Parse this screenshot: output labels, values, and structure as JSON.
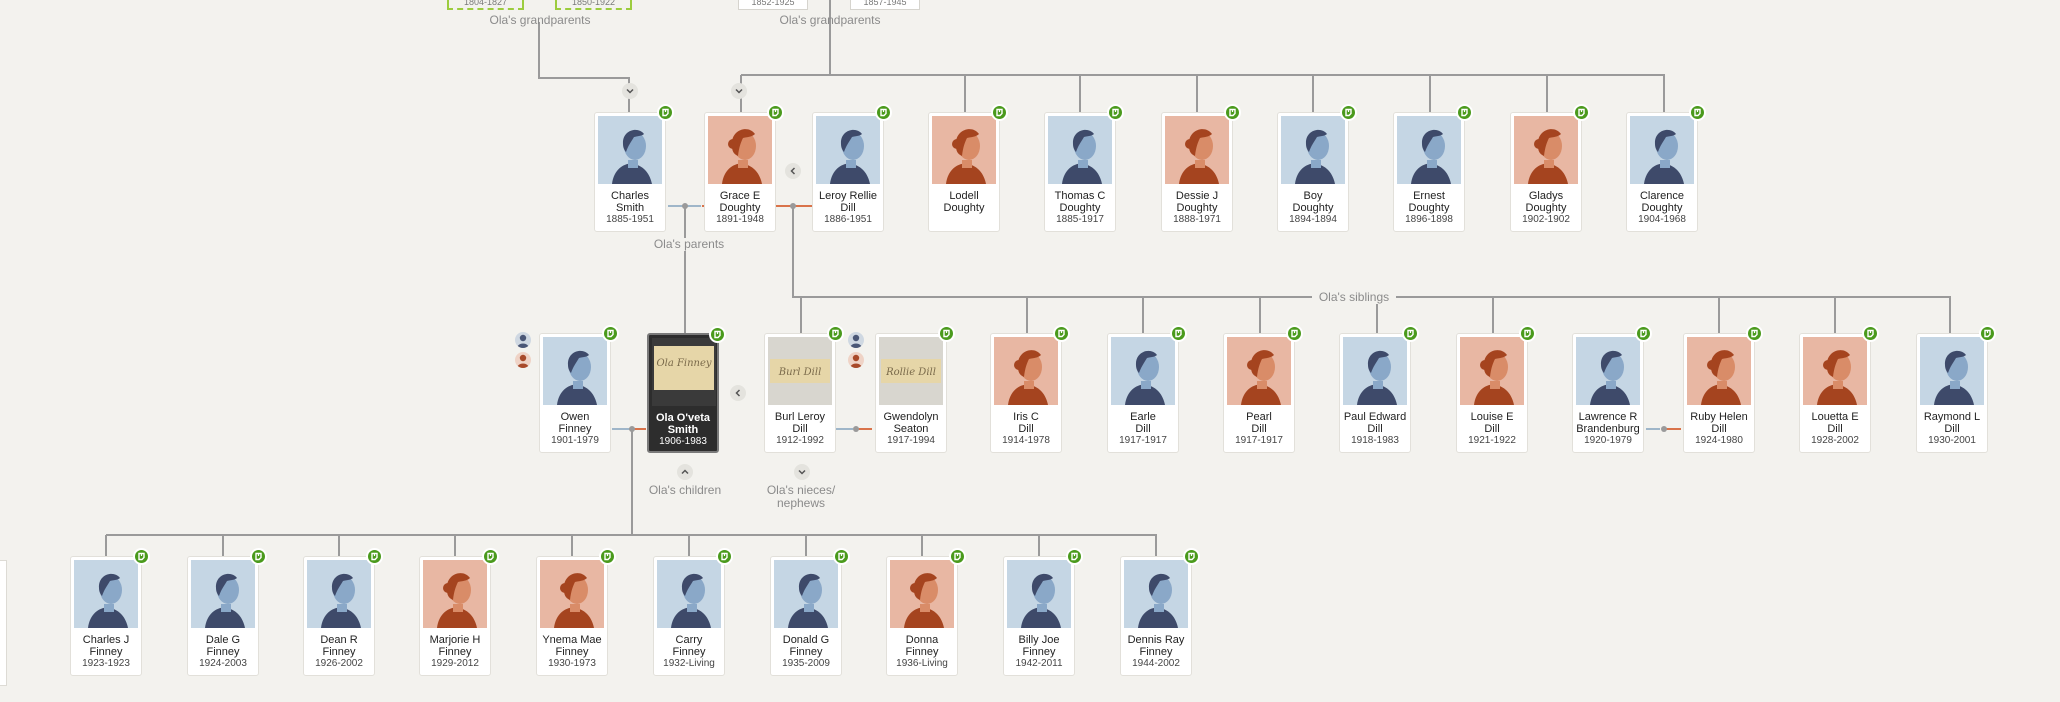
{
  "top_boxes": [
    "1804-1827",
    "1850-1922",
    "1852-1925",
    "1857-1945"
  ],
  "labels": {
    "grandparents_left": "Ola's grandparents",
    "grandparents_right": "Ola's grandparents",
    "parents": "Ola's parents",
    "siblings": "Ola's siblings",
    "children": "Ola's children",
    "nieces_l1": "Ola's nieces/",
    "nieces_l2": "nephews"
  },
  "colors": {
    "background": "#f3f2ee",
    "hint_green": "#4a9a1c",
    "line_gray": "#9a9a9a",
    "spouse_line": "#d9734a",
    "male_bg": "#c5d6e4",
    "female_bg": "#e8b7a3"
  },
  "icons": {
    "hint": "record-hint-icon",
    "expand": "chevron-down-icon",
    "collapse": "chevron-left-icon",
    "male": "male-silhouette-icon",
    "female": "female-silhouette-icon"
  },
  "row_parents": [
    {
      "id": "charles-smith",
      "l1": "Charles",
      "l2": "Smith",
      "years": "1885-1951",
      "g": "m"
    },
    {
      "id": "grace-doughty",
      "l1": "Grace E",
      "l2": "Doughty",
      "years": "1891-1948",
      "g": "f"
    },
    {
      "id": "leroy-dill",
      "l1": "Leroy Rellie",
      "l2": "Dill",
      "years": "1886-1951",
      "g": "m"
    },
    {
      "id": "lodell-doughty",
      "l1": "Lodell",
      "l2": "Doughty",
      "years": "",
      "g": "f"
    },
    {
      "id": "thomas-doughty",
      "l1": "Thomas C",
      "l2": "Doughty",
      "years": "1885-1917",
      "g": "m"
    },
    {
      "id": "dessie-doughty",
      "l1": "Dessie J",
      "l2": "Doughty",
      "years": "1888-1971",
      "g": "f"
    },
    {
      "id": "boy-doughty",
      "l1": "Boy",
      "l2": "Doughty",
      "years": "1894-1894",
      "g": "m"
    },
    {
      "id": "ernest-doughty",
      "l1": "Ernest",
      "l2": "Doughty",
      "years": "1896-1898",
      "g": "m"
    },
    {
      "id": "gladys-doughty",
      "l1": "Gladys",
      "l2": "Doughty",
      "years": "1902-1902",
      "g": "f"
    },
    {
      "id": "clarence-doughty",
      "l1": "Clarence",
      "l2": "Doughty",
      "years": "1904-1968",
      "g": "m"
    }
  ],
  "row_focus": [
    {
      "id": "owen-finney",
      "l1": "Owen",
      "l2": "Finney",
      "years": "1901-1979",
      "g": "m"
    },
    {
      "id": "ola-smith",
      "l1": "Ola O'veta",
      "l2": "Smith",
      "years": "1906-1983",
      "g": "photo",
      "selected": true,
      "photo_text": "Ola Finney"
    },
    {
      "id": "burl-dill",
      "l1": "Burl Leroy",
      "l2": "Dill",
      "years": "1912-1992",
      "g": "photo",
      "photo_text": "Burl Dill"
    },
    {
      "id": "gwendolyn-seaton",
      "l1": "Gwendolyn",
      "l2": "Seaton",
      "years": "1917-1994",
      "g": "photo",
      "photo_text": "Rollie Dill"
    },
    {
      "id": "iris-dill",
      "l1": "Iris C",
      "l2": "Dill",
      "years": "1914-1978",
      "g": "f"
    },
    {
      "id": "earle-dill",
      "l1": "Earle",
      "l2": "Dill",
      "years": "1917-1917",
      "g": "m"
    },
    {
      "id": "pearl-dill",
      "l1": "Pearl",
      "l2": "Dill",
      "years": "1917-1917",
      "g": "f"
    },
    {
      "id": "paul-dill",
      "l1": "Paul Edward",
      "l2": "Dill",
      "years": "1918-1983",
      "g": "m"
    },
    {
      "id": "louise-dill",
      "l1": "Louise E",
      "l2": "Dill",
      "years": "1921-1922",
      "g": "f"
    },
    {
      "id": "lawrence-brandenburg",
      "l1": "Lawrence R",
      "l2": "Brandenburg",
      "years": "1920-1979",
      "g": "m"
    },
    {
      "id": "ruby-dill",
      "l1": "Ruby Helen",
      "l2": "Dill",
      "years": "1924-1980",
      "g": "f"
    },
    {
      "id": "louetta-dill",
      "l1": "Louetta E",
      "l2": "Dill",
      "years": "1928-2002",
      "g": "f"
    },
    {
      "id": "raymond-dill",
      "l1": "Raymond L",
      "l2": "Dill",
      "years": "1930-2001",
      "g": "m"
    }
  ],
  "row_children": [
    {
      "id": "charles-finney",
      "l1": "Charles J",
      "l2": "Finney",
      "years": "1923-1923",
      "g": "m"
    },
    {
      "id": "dale-finney",
      "l1": "Dale G",
      "l2": "Finney",
      "years": "1924-2003",
      "g": "m"
    },
    {
      "id": "dean-finney",
      "l1": "Dean R",
      "l2": "Finney",
      "years": "1926-2002",
      "g": "m"
    },
    {
      "id": "marjorie-finney",
      "l1": "Marjorie H",
      "l2": "Finney",
      "years": "1929-2012",
      "g": "f"
    },
    {
      "id": "ynema-finney",
      "l1": "Ynema Mae",
      "l2": "Finney",
      "years": "1930-1973",
      "g": "f"
    },
    {
      "id": "carry-finney",
      "l1": "Carry",
      "l2": "Finney",
      "years": "1932-Living",
      "g": "m"
    },
    {
      "id": "donald-finney",
      "l1": "Donald G",
      "l2": "Finney",
      "years": "1935-2009",
      "g": "m"
    },
    {
      "id": "donna-finney",
      "l1": "Donna",
      "l2": "Finney",
      "years": "1936-Living",
      "g": "f"
    },
    {
      "id": "billy-finney",
      "l1": "Billy Joe",
      "l2": "Finney",
      "years": "1942-2011",
      "g": "m"
    },
    {
      "id": "dennis-finney",
      "l1": "Dennis Ray",
      "l2": "Finney",
      "years": "1944-2002",
      "g": "m"
    }
  ]
}
